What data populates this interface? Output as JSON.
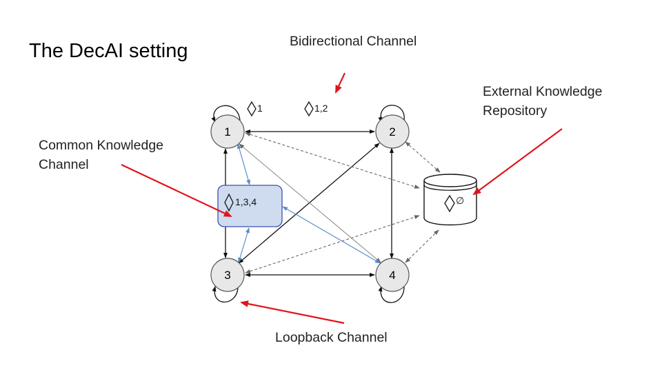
{
  "slide": {
    "title": "The DecAI setting"
  },
  "annotations": {
    "bidirectional": "Bidirectional Channel",
    "external_line1": "External Knowledge",
    "external_line2": "Repository",
    "common_line1": "Common Knowledge",
    "common_line2": "Channel",
    "loopback": "Loopback Channel"
  },
  "diagram": {
    "nodes": [
      {
        "id": "1",
        "label": "1"
      },
      {
        "id": "2",
        "label": "2"
      },
      {
        "id": "3",
        "label": "3"
      },
      {
        "id": "4",
        "label": "4"
      }
    ],
    "common_channel": {
      "label": "1,3,4"
    },
    "repository": {
      "label": "∅"
    },
    "symbols": [
      {
        "label": "1"
      },
      {
        "label": "1,2"
      }
    ],
    "colors": {
      "node_fill": "#e8e8e8",
      "common_fill": "#cfdcef",
      "common_border": "#3a4fb0",
      "blue_edge": "#5b8cc9",
      "arrow_red": "#e0141a"
    }
  }
}
